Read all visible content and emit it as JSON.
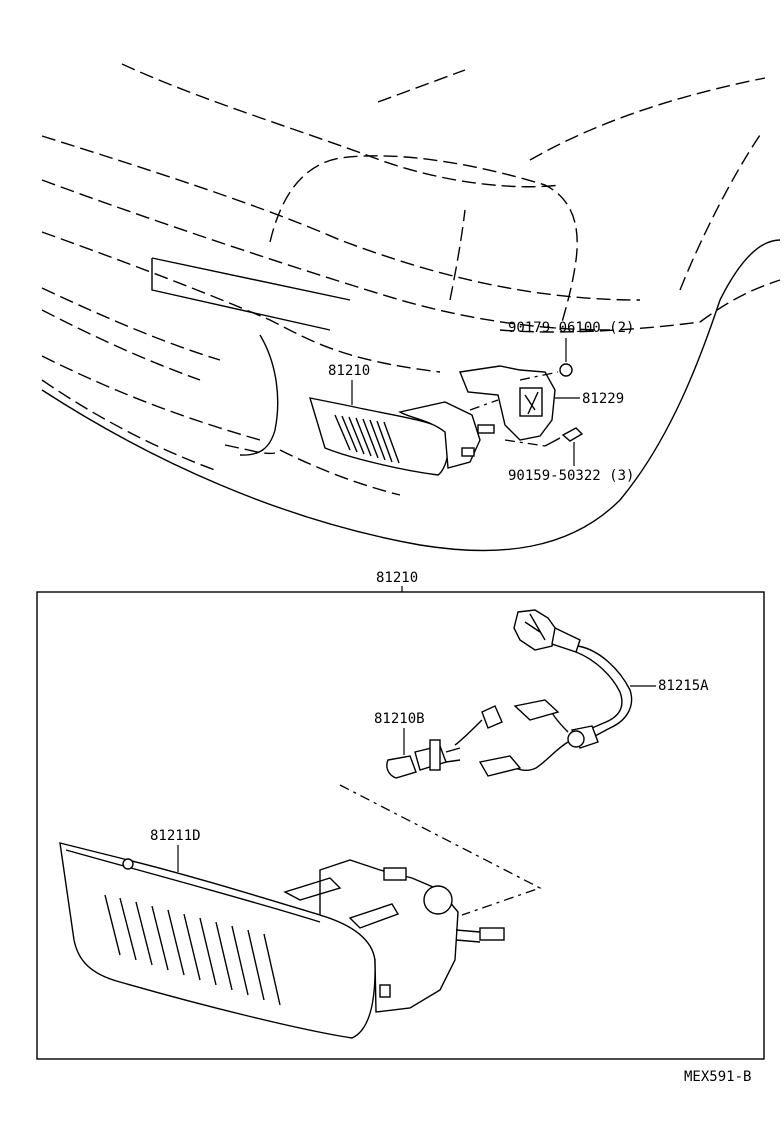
{
  "labels": {
    "upper_lamp": "81210",
    "nut": "90179-06100 (2)",
    "bracket": "81229",
    "bolt": "90159-50322 (3)",
    "assembly": "81210",
    "socket_wire": "81215A",
    "bulb": "81210B",
    "lens_unit": "81211D",
    "diagram_code": "MEX591-B"
  }
}
